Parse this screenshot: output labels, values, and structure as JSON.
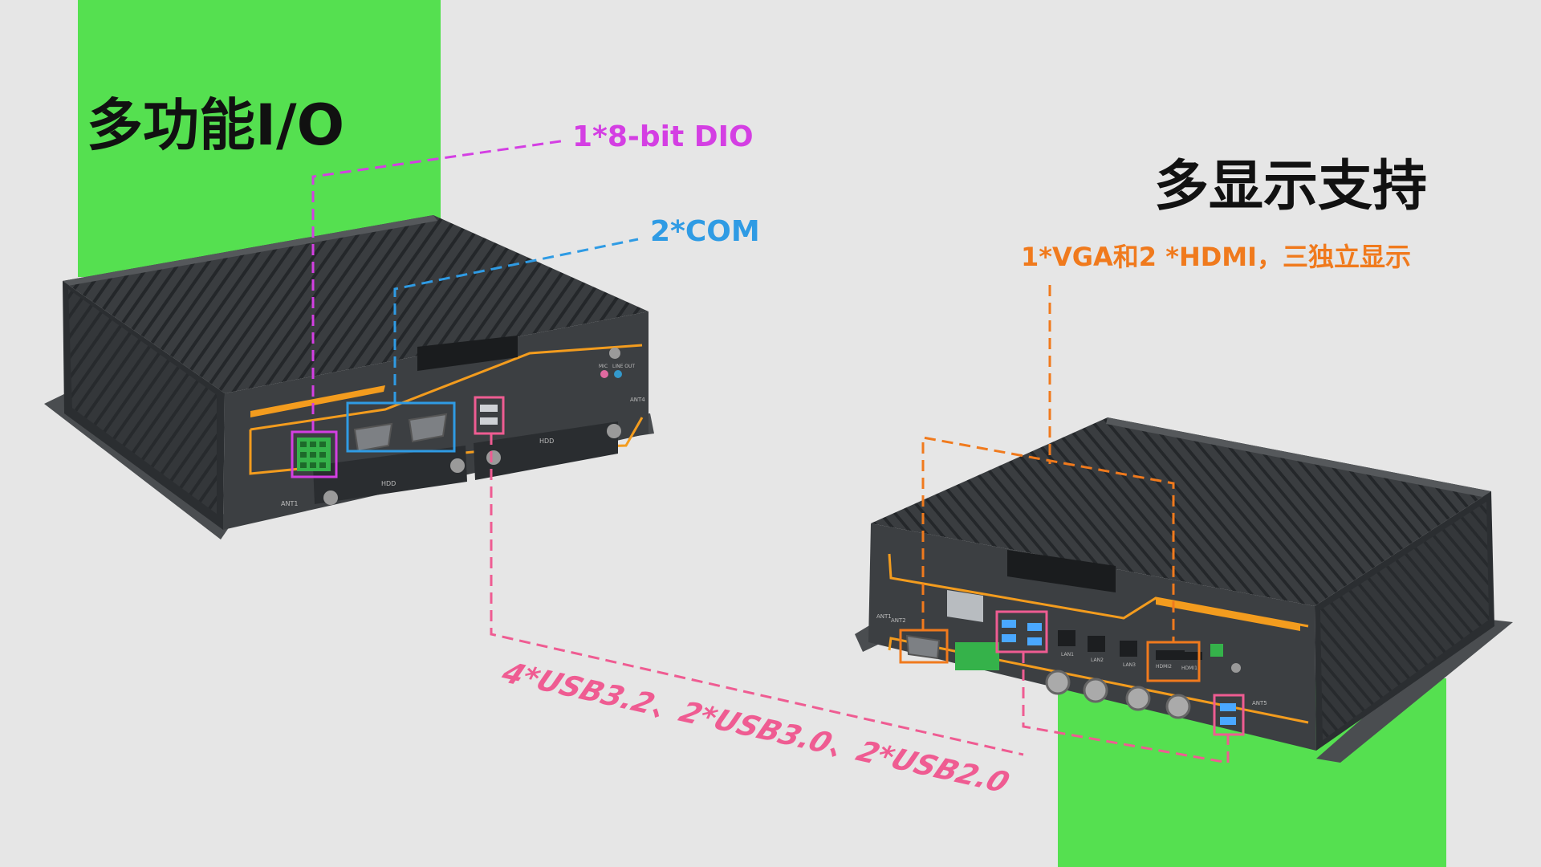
{
  "left": {
    "title": "多功能I/O",
    "dio_label": "1*8-bit DIO",
    "com_label": "2*COM",
    "hdd_label": "HDD",
    "ant_label": "ANT1",
    "ant4_label": "ANT4",
    "mic_label": "MIC",
    "line_out_label": "LINE OUT"
  },
  "right": {
    "title": "多显示支持",
    "display_label": "1*VGA和2 *HDMI，三独立显示",
    "ant_labels": [
      "ANT1",
      "ANT2",
      "ANT5"
    ],
    "port_labels": [
      "LAN1",
      "LAN2",
      "LAN3",
      "HDMI2",
      "HDMI1"
    ]
  },
  "usb_label": "4*USB3.2、2*USB3.0、2*USB2.0",
  "colors": {
    "background": "#e6e6e6",
    "green_accent": "#55e050",
    "device_body": "#3c3f42",
    "device_fins": "#2e3134",
    "trim": "#f39c1e",
    "dio": "#d43fe3",
    "com": "#2f9be4",
    "usb": "#ef5c92",
    "display": "#f07a1d"
  }
}
